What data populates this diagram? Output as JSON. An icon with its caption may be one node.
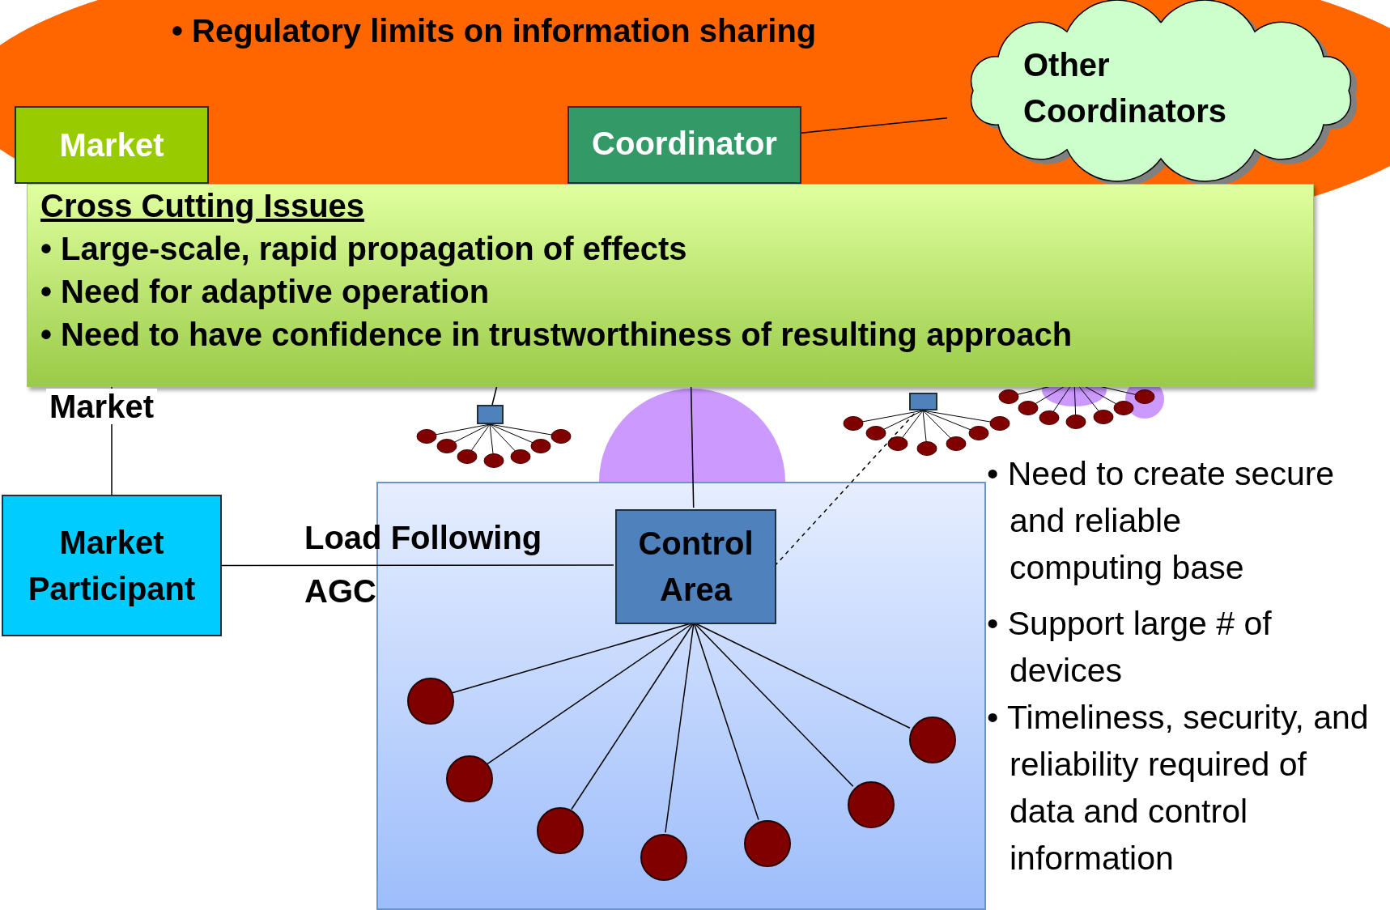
{
  "diagram": {
    "nodes": [
      {
        "text": [
          "Market"
        ]
      },
      {
        "text": [
          "Coordinator"
        ]
      },
      {
        "text": [
          "Other Coordinators"
        ]
      },
      {
        "text": [
          "Cross Cutting Issues",
          "• Large-scale, rapid propagation of effects",
          "• Need for adaptive operation",
          "• Need to have confidence in trustworthiness of resulting approach"
        ]
      },
      {
        "text": [],
        "shape": "box"
      },
      {
        "text": [],
        "shape": "box"
      },
      {
        "text": [
          "Market Participant"
        ]
      },
      {
        "text": [],
        "shape": "box"
      },
      {
        "text": [
          "Control Area"
        ],
        "in": 7
      },
      {
        "text": [],
        "shape": "circle",
        "in": 7
      },
      {
        "text": [],
        "shape": "circle",
        "in": 7
      },
      {
        "text": [],
        "shape": "circle",
        "in": 7
      },
      {
        "text": [],
        "shape": "circle",
        "in": 7
      },
      {
        "text": [],
        "shape": "circle",
        "in": 7
      },
      {
        "text": [],
        "shape": "circle",
        "in": 7
      },
      {
        "text": [],
        "shape": "circle",
        "in": 7
      }
    ],
    "edges": [
      {
        "from": 1,
        "to": 2,
        "arrow": "none"
      },
      {
        "from": 6,
        "to": 3,
        "arrow": "none",
        "label": "Market"
      },
      {
        "from": 8,
        "to": 3,
        "arrow": "none"
      },
      {
        "from": 3,
        "to": 4,
        "arrow": "none"
      },
      {
        "from": 8,
        "to": 5,
        "arrow": "none",
        "style": "dashed"
      },
      {
        "from": 6,
        "to": 8,
        "arrow": "none",
        "label": "Load Following AGC"
      },
      {
        "from": 8,
        "to": 9,
        "arrow": "none"
      },
      {
        "from": 8,
        "to": 10,
        "arrow": "none"
      },
      {
        "from": 8,
        "to": 11,
        "arrow": "none"
      },
      {
        "from": 8,
        "to": 12,
        "arrow": "none"
      },
      {
        "from": 8,
        "to": 13,
        "arrow": "none"
      },
      {
        "from": 8,
        "to": 14,
        "arrow": "none"
      },
      {
        "from": 8,
        "to": 15,
        "arrow": "none"
      }
    ],
    "labels": [
      "• Regulatory limits on information sharing",
      "• Need to create secure and reliable computing base",
      "• Support large # of devices",
      "• Timeliness, security, and reliability required of data and control information"
    ]
  }
}
